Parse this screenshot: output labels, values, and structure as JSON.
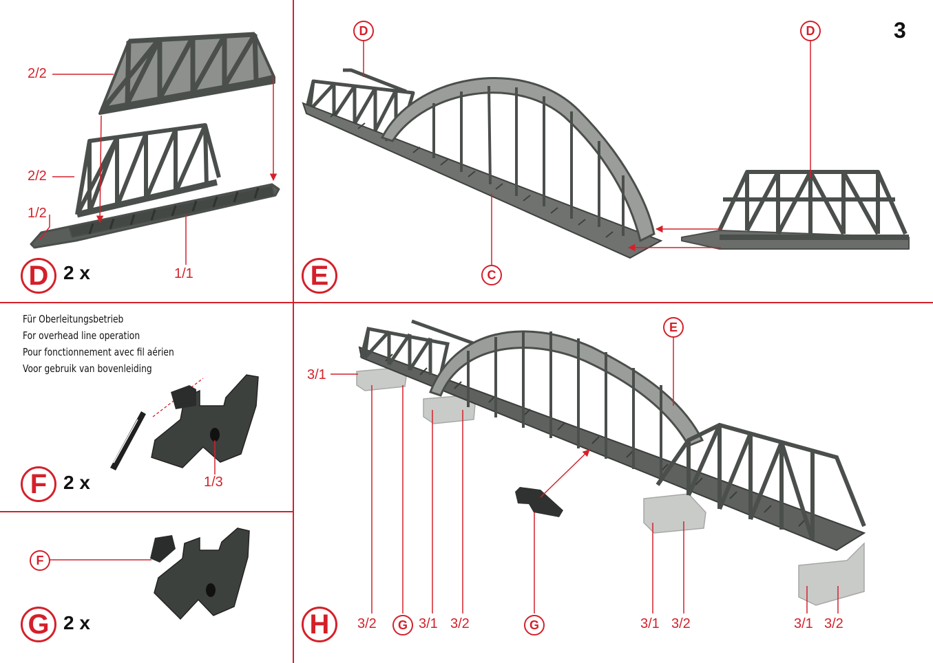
{
  "page": {
    "number": "3"
  },
  "colors": {
    "accent": "#d4202a",
    "model_dark": "#4b4f4c",
    "model_light": "#9a9d99",
    "pier": "#c9cbc8"
  },
  "steps": {
    "D": {
      "letter": "D",
      "quantity": "2 x",
      "labels": [
        "2/2",
        "2/2",
        "1/2",
        "1/1"
      ]
    },
    "E": {
      "letter": "E",
      "refs": [
        "D",
        "D",
        "C"
      ]
    },
    "F": {
      "letter": "F",
      "quantity": "2 x",
      "note_lines": [
        "Für Oberleitungsbetrieb",
        "For overhead line operation",
        "Pour fonctionnement avec fil aérien",
        "Voor gebruik van bovenleiding"
      ],
      "labels": [
        "1/3"
      ]
    },
    "G": {
      "letter": "G",
      "quantity": "2 x",
      "refs": [
        "F"
      ]
    },
    "H": {
      "letter": "H",
      "refs": [
        "E",
        "G",
        "G"
      ],
      "labels": [
        "3/1",
        "3/2",
        "3/1",
        "3/2",
        "3/1",
        "3/2",
        "3/1",
        "3/2"
      ]
    }
  }
}
